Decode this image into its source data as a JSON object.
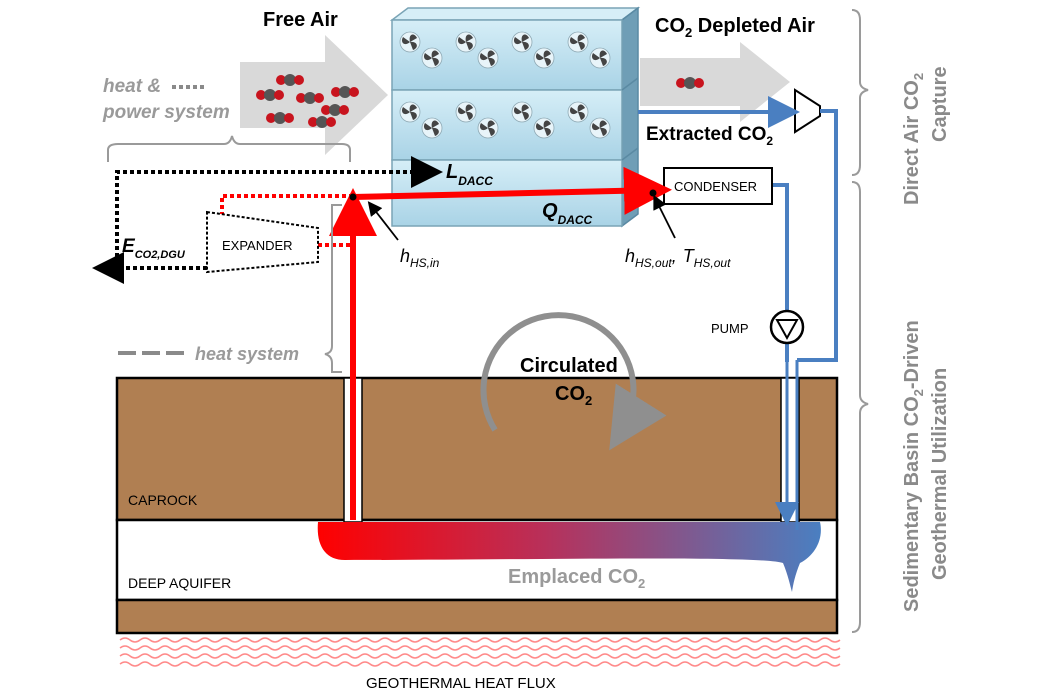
{
  "labels": {
    "free_air": "Free Air",
    "co2_depleted_air": "CO",
    "co2_depleted_air_sub": "2",
    "co2_depleted_air_tail": " Depleted Air",
    "extracted_co2": "Extracted CO",
    "extracted_co2_sub": "2",
    "heat_power_line1": "heat &",
    "heat_power_line2": "power system",
    "l_dacc": "L",
    "l_dacc_sub": "DACC",
    "q_dacc": "Q",
    "q_dacc_sub": "DACC",
    "e_co2_dgu": "E",
    "e_co2_dgu_sub": "CO2,DGU",
    "expander": "EXPANDER",
    "condenser": "CONDENSER",
    "h_hs_in": "h",
    "h_hs_in_sub": "HS,in",
    "h_hs_out": "h",
    "h_hs_out_sub": "HS,out",
    "comma": ",",
    "t_hs_out": "T",
    "t_hs_out_sub": "HS,out",
    "pump": "PUMP",
    "heat_system": "heat system",
    "circulated_line1": "Circulated",
    "circulated_line2": "CO",
    "circulated_line2_sub": "2",
    "caprock": "CAPROCK",
    "deep_aquifer": "DEEP AQUIFER",
    "emplaced_co2": "Emplaced CO",
    "emplaced_co2_sub": "2",
    "geothermal_heat_flux": "GEOTHERMAL HEAT FLUX",
    "dac_side_line1": "Direct Air CO",
    "dac_side_line1_sub": "2",
    "dac_side_line2": "Capture",
    "geo_side_line1": "Sedimentary Basin CO",
    "geo_side_line1_sub": "2",
    "geo_side_line1_tail": "-Driven",
    "geo_side_line2": "Geothermal Utilization"
  },
  "colors": {
    "rock": "#b07f52",
    "hot_red": "#ff0000",
    "co2_blue": "#4a7fc1",
    "dac_box": "#bfe0ee",
    "arrow_grey": "#d9d9d9",
    "text_grey": "#9a9a9a"
  },
  "icons": [
    "fan-icon",
    "co2-molecule-icon",
    "pump-icon",
    "turbine-icon"
  ]
}
